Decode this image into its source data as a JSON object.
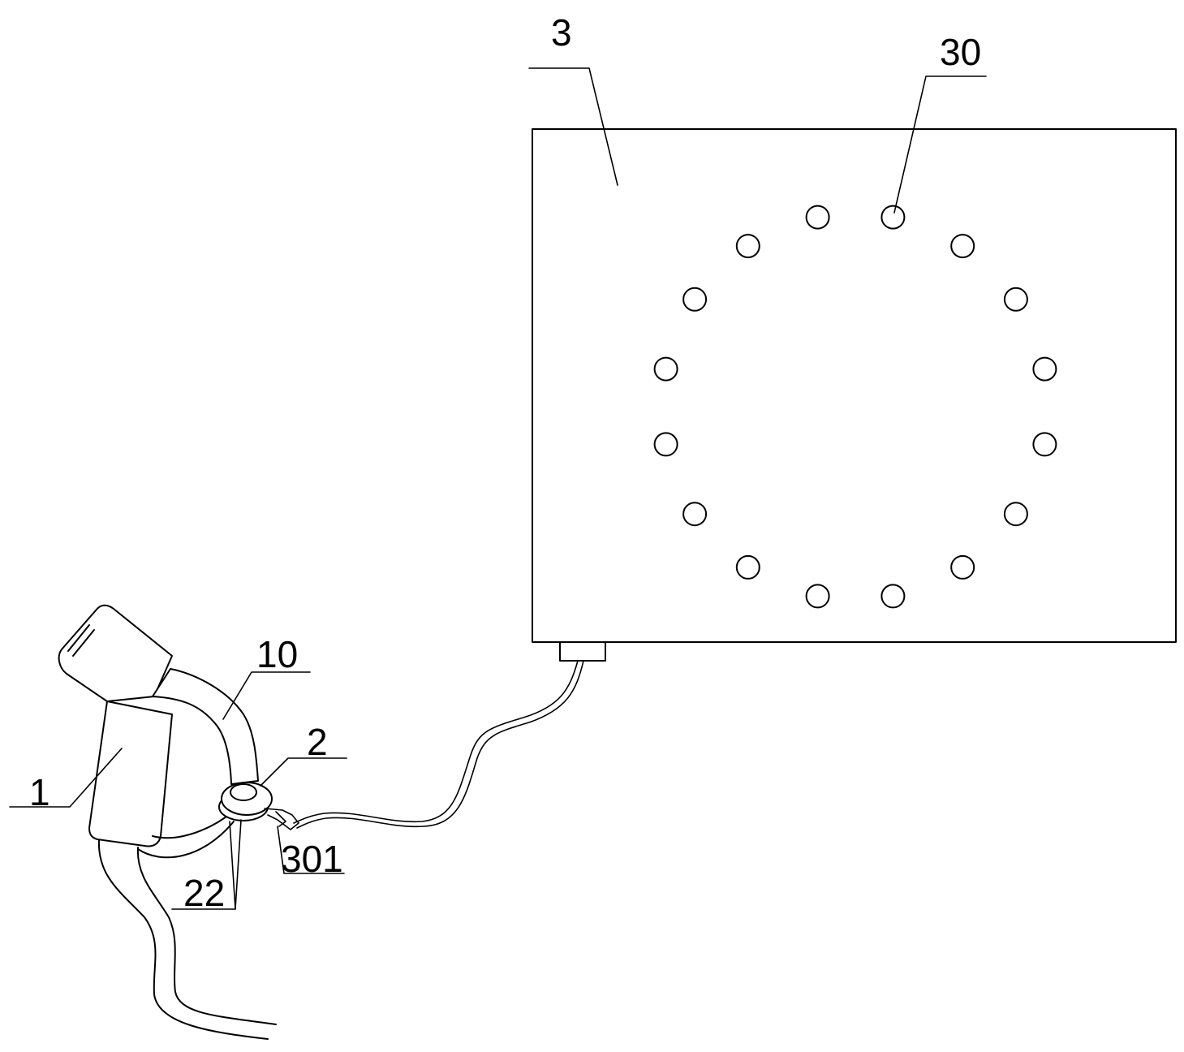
{
  "labels": {
    "nozzle": "1",
    "hose": "10",
    "ring": "2",
    "ring_part": "22",
    "clip": "301",
    "panel": "3",
    "indicator": "30"
  },
  "panel": {
    "indicator_count": 16
  }
}
